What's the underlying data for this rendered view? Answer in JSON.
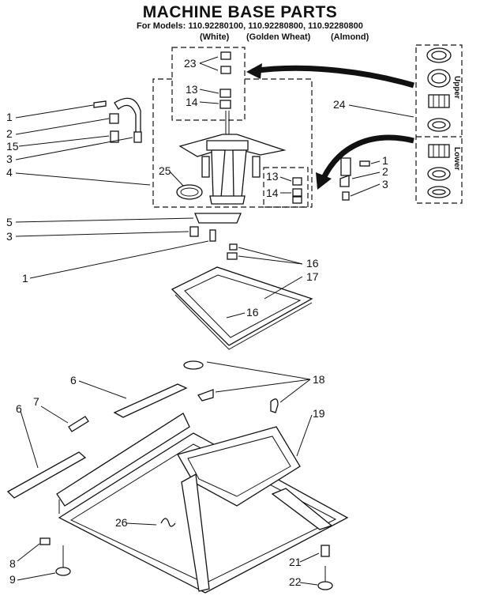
{
  "title": "MACHINE BASE PARTS",
  "models_line": "For Models: 110.92280100, 110.92280800, 110.92280800",
  "colors": [
    "(White)",
    "(Golden Wheat)",
    "(Almond)"
  ],
  "side_labels": {
    "upper": "Upper",
    "lower": "Lower"
  },
  "callouts": [
    {
      "id": "c23",
      "text": "23"
    },
    {
      "id": "c13a",
      "text": "13"
    },
    {
      "id": "c14a",
      "text": "14"
    },
    {
      "id": "c1a",
      "text": "1"
    },
    {
      "id": "c2a",
      "text": "2"
    },
    {
      "id": "c15",
      "text": "15"
    },
    {
      "id": "c3a",
      "text": "3"
    },
    {
      "id": "c4",
      "text": "4"
    },
    {
      "id": "c25",
      "text": "25"
    },
    {
      "id": "c24",
      "text": "24"
    },
    {
      "id": "c1b",
      "text": "1"
    },
    {
      "id": "c2b",
      "text": "2"
    },
    {
      "id": "c3b",
      "text": "3"
    },
    {
      "id": "c13b",
      "text": "13"
    },
    {
      "id": "c14b",
      "text": "14"
    },
    {
      "id": "c5",
      "text": "5"
    },
    {
      "id": "c3c",
      "text": "3"
    },
    {
      "id": "c1c",
      "text": "1"
    },
    {
      "id": "c16a",
      "text": "16"
    },
    {
      "id": "c17",
      "text": "17"
    },
    {
      "id": "c16b",
      "text": "16"
    },
    {
      "id": "c6a",
      "text": "6"
    },
    {
      "id": "c18",
      "text": "18"
    },
    {
      "id": "c7",
      "text": "7"
    },
    {
      "id": "c6b",
      "text": "6"
    },
    {
      "id": "c19",
      "text": "19"
    },
    {
      "id": "c26",
      "text": "26"
    },
    {
      "id": "c8",
      "text": "8"
    },
    {
      "id": "c9",
      "text": "9"
    },
    {
      "id": "c21",
      "text": "21"
    },
    {
      "id": "c22",
      "text": "22"
    }
  ]
}
